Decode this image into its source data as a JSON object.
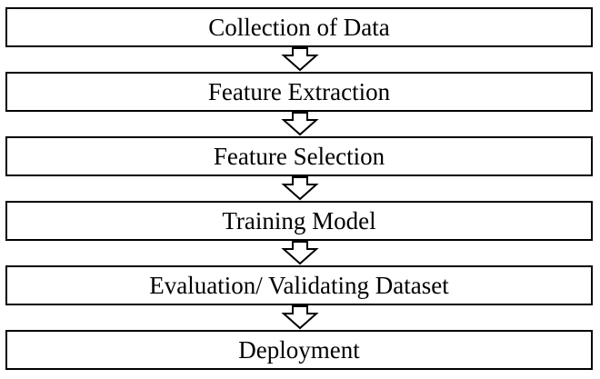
{
  "steps": [
    {
      "label": "Collection of Data"
    },
    {
      "label": "Feature Extraction"
    },
    {
      "label": "Feature Selection"
    },
    {
      "label": "Training Model"
    },
    {
      "label": "Evaluation/ Validating Dataset"
    },
    {
      "label": "Deployment"
    }
  ],
  "colors": {
    "border": "#000000",
    "background": "#ffffff",
    "text": "#000000"
  }
}
